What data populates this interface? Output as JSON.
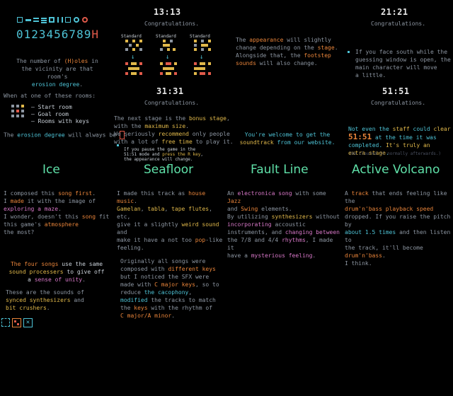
{
  "top_left": {
    "digits": "0123456789",
    "desc_parts": [
      "The number of ",
      "(H)oles",
      " in\nthe vicinity are that room's\n",
      "erosion degree",
      "."
    ]
  },
  "timers": {
    "t1": "13:13",
    "t2": "21:21",
    "t3": "31:31",
    "t4": "51:51",
    "congrats": "Congratulations."
  },
  "stages": {
    "label": "Standard"
  },
  "rooms": {
    "intro": "When at one of these rooms:",
    "start": "– Start room",
    "goal": "– Goal room",
    "keys": "– Rooms with keys",
    "erosion_parts": [
      "The ",
      "erosion degree",
      " will always be "
    ]
  },
  "notes": {
    "appearance_parts": [
      "The ",
      "appearance",
      " will slightly\nchange depending on the ",
      "stage",
      ".\nAlongside that, the ",
      "footstep\nsounds",
      " will also change."
    ],
    "south": "If you face south while the\nguessing window is open, the\nmain character will move\na little.",
    "bonus_parts": [
      "The next stage is the ",
      "bonus stage",
      ",\nwith the ",
      "maximum size",
      ".\nWe seriously ",
      "recommend",
      " only people\nwith a lot of ",
      "free time",
      " to play it."
    ],
    "pause_parts": [
      "If you pause the game in the\n",
      "51:51",
      " mode and ",
      "press the R key",
      ",\nthe appearance will change."
    ],
    "soundtrack_parts": [
      "You're welcome to get the\n",
      "soundtrack",
      " from our website."
    ],
    "staff_parts": [
      "Not even the ",
      "staff",
      " could ",
      "clear",
      "\n",
      "51:51",
      " at the time it was\ncompleted. ",
      "It's truly an\nextra stage",
      "."
    ],
    "staff_foot": "(We cleared it normally afterwards.)"
  },
  "songs": {
    "ice": {
      "title": "Ice",
      "parts": [
        "I composed this ",
        "song first",
        ".\nI ",
        "made",
        " it with the image of\n",
        "exploring a maze",
        ".\nI wonder, doesn't this ",
        "song",
        " fit\nthis game's ",
        "atmosphere",
        "\nthe most?"
      ]
    },
    "seafloor": {
      "title": "Seafloor",
      "parts": [
        "I made this track as ",
        "house music",
        ".\n",
        "Gamelan",
        ", ",
        "tabla",
        ", ",
        "tape flutes",
        ", etc,\ngive it a slightly ",
        "weird sound",
        " and\nmake it have a not too ",
        "pop",
        "-like\nfeeling."
      ]
    },
    "fault": {
      "title": "Fault Line",
      "parts": [
        "An ",
        "electronica song",
        " with some ",
        "Jazz",
        "\nand ",
        "Swing",
        " elements.\nBy utilizing ",
        "synthesizers",
        " without\n",
        "incorporating",
        " accoustic\ninstruments, and ",
        "changing between",
        "\nthe 7/8 and 4/4 ",
        "rhythms",
        ", I made it\nhave a ",
        "mysterious feeling",
        "."
      ]
    },
    "volcano": {
      "title": "Active Volcano",
      "parts": [
        "A ",
        "track",
        " that ends feeling like the\n",
        "drum'n'bass playback speed",
        "\ndropped. If you raise the pitch by\n",
        "about 1.5 times",
        " and then listen to\nthe track, it'll become ",
        "drum'n'bass",
        ".\nI think."
      ]
    }
  },
  "bottom": {
    "four_parts": [
      "The four songs",
      " use the same\n",
      "sound processers",
      " to give off\na ",
      "sense of unity",
      "."
    ],
    "sounds_parts": [
      "These are the sounds of\n",
      "synced synthesizers",
      " and\n",
      "bit crushers",
      "."
    ],
    "keys_parts": [
      "Originally all songs were\ncomposed with ",
      "different keys",
      "\nbut I noticed the SFX were\nmade with ",
      "C major keys",
      ", so to\nreduce ",
      "the cacophony",
      ",\n",
      "modified",
      " the tracks to match\nthe ",
      "keys",
      " with the rhythm of\n",
      "C major/A minor",
      "."
    ]
  },
  "colors": {
    "background": "#000000",
    "text": "#8d96a2",
    "orange": "#e8843a",
    "cyan": "#4ec3d6",
    "yellow": "#e0b84a",
    "magenta": "#d878c8",
    "red": "#e05a4a",
    "green_title": "#5fe0a8"
  }
}
